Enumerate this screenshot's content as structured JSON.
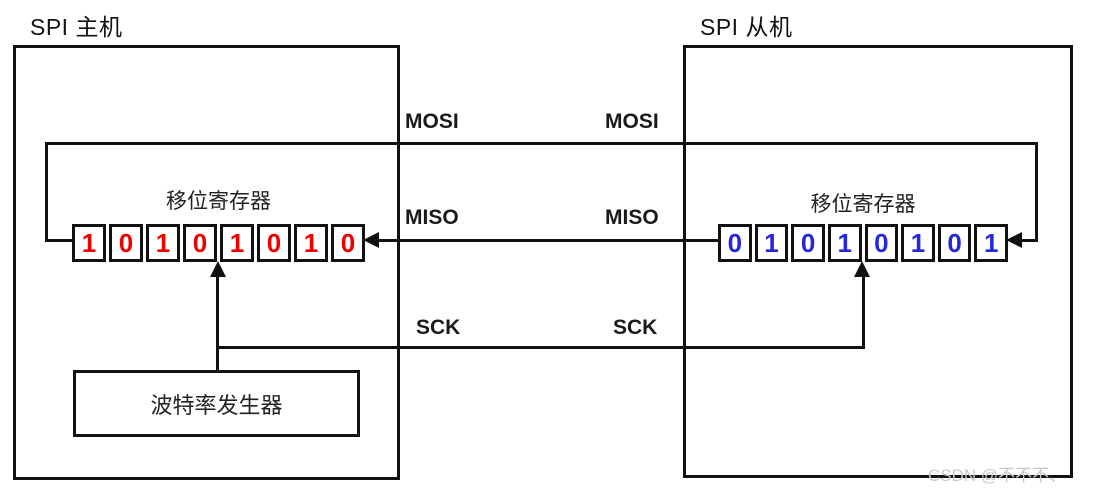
{
  "diagram": {
    "master": {
      "title": "SPI 主机",
      "register_label": "移位寄存器",
      "register_bits": [
        "1",
        "0",
        "1",
        "0",
        "1",
        "0",
        "1",
        "0"
      ],
      "baud_generator_label": "波特率发生器"
    },
    "slave": {
      "title": "SPI 从机",
      "register_label": "移位寄存器",
      "register_bits": [
        "0",
        "1",
        "0",
        "1",
        "0",
        "1",
        "0",
        "1"
      ]
    },
    "signals": {
      "mosi_master_label": "MOSI",
      "mosi_slave_label": "MOSI",
      "miso_master_label": "MISO",
      "miso_slave_label": "MISO",
      "sck_master_label": "SCK",
      "sck_slave_label": "SCK"
    },
    "colors": {
      "wire": "#111111",
      "master_bits": "#ee0000",
      "slave_bits": "#2626dd",
      "watermark": "#c8c8c8"
    },
    "watermark": "CSDN @不不不、"
  }
}
